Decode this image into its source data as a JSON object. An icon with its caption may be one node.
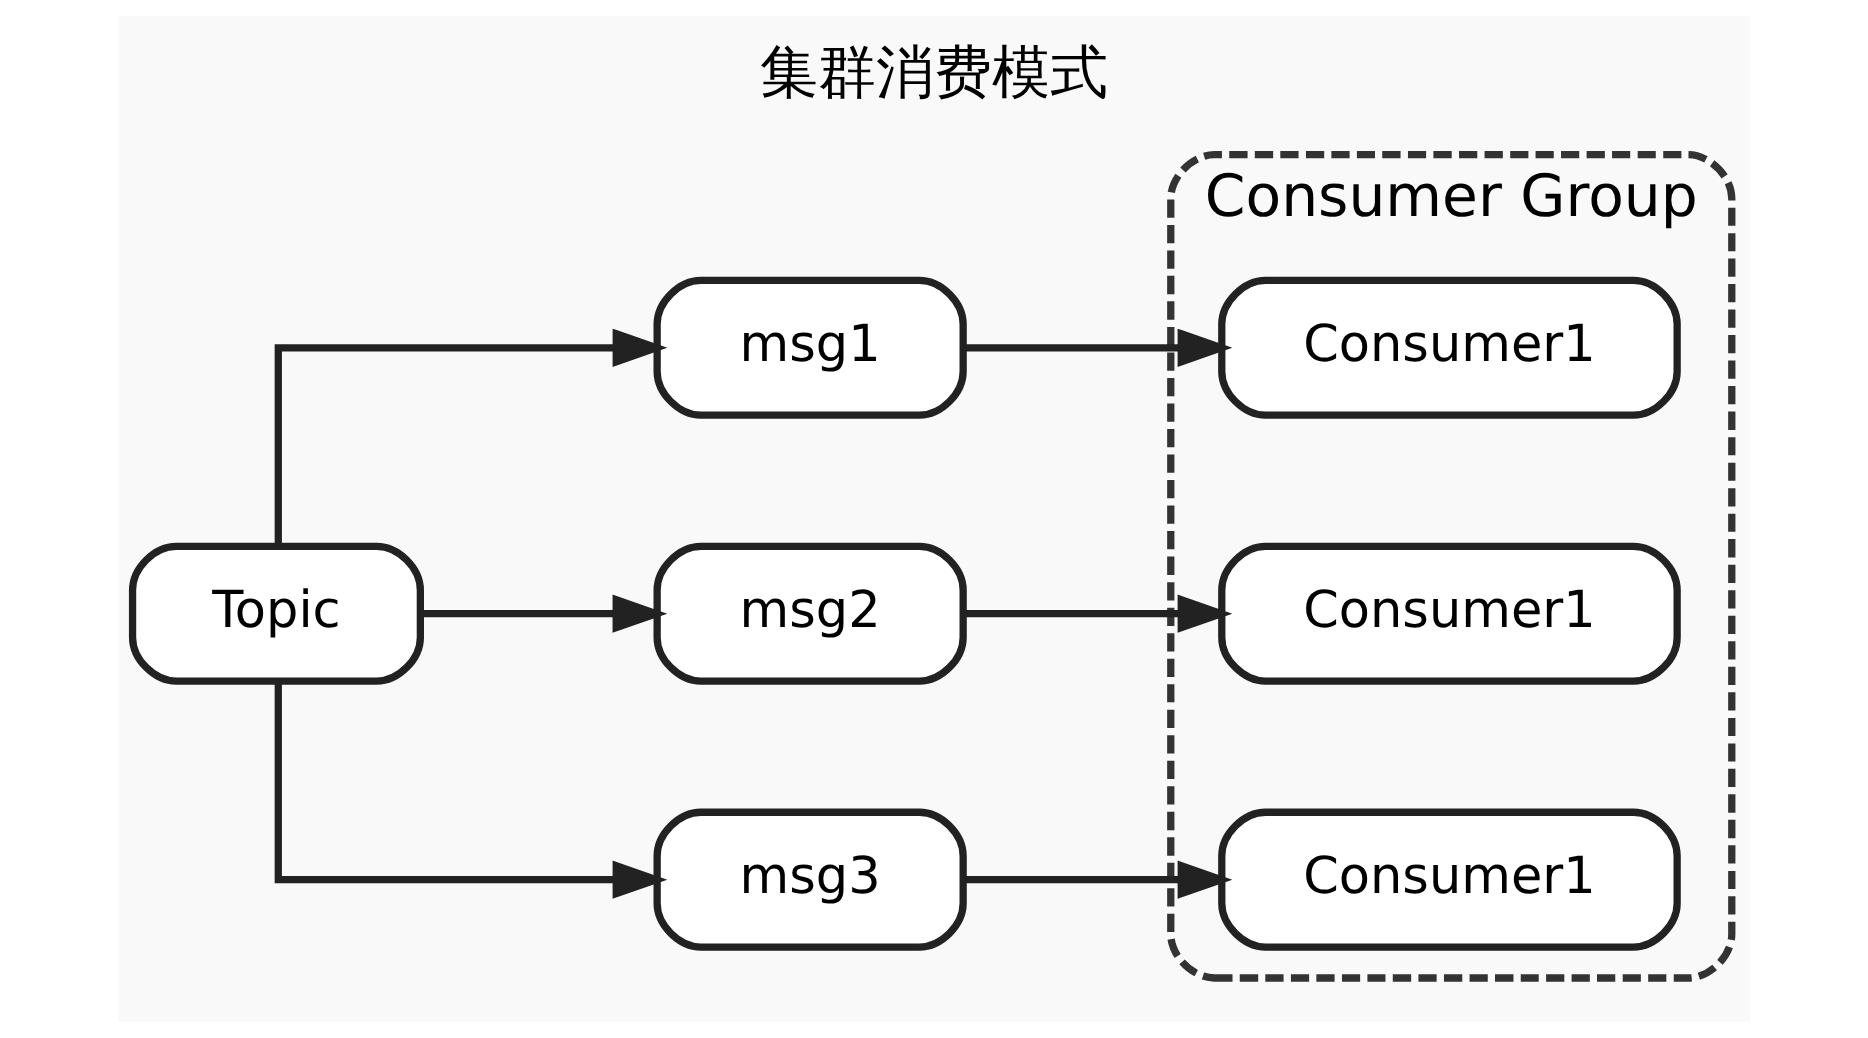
{
  "diagram": {
    "title": "集群消费模式",
    "nodes": [
      {
        "text": [
          "Topic"
        ]
      },
      {
        "text": [
          "msg1"
        ]
      },
      {
        "text": [
          "msg2"
        ]
      },
      {
        "text": [
          "msg3"
        ]
      },
      {
        "text": [
          "Consumer Group"
        ]
      },
      {
        "text": [
          "Consumer1"
        ],
        "in": 4
      },
      {
        "text": [
          "Consumer1"
        ],
        "in": 4
      },
      {
        "text": [
          "Consumer1"
        ],
        "in": 4
      }
    ],
    "edges": [
      {
        "from": 0,
        "to": 1,
        "arrow": "to"
      },
      {
        "from": 0,
        "to": 2,
        "arrow": "to"
      },
      {
        "from": 0,
        "to": 3,
        "arrow": "to"
      },
      {
        "from": 1,
        "to": 5,
        "arrow": "to"
      },
      {
        "from": 2,
        "to": 6,
        "arrow": "to"
      },
      {
        "from": 3,
        "to": 7,
        "arrow": "to"
      }
    ]
  }
}
